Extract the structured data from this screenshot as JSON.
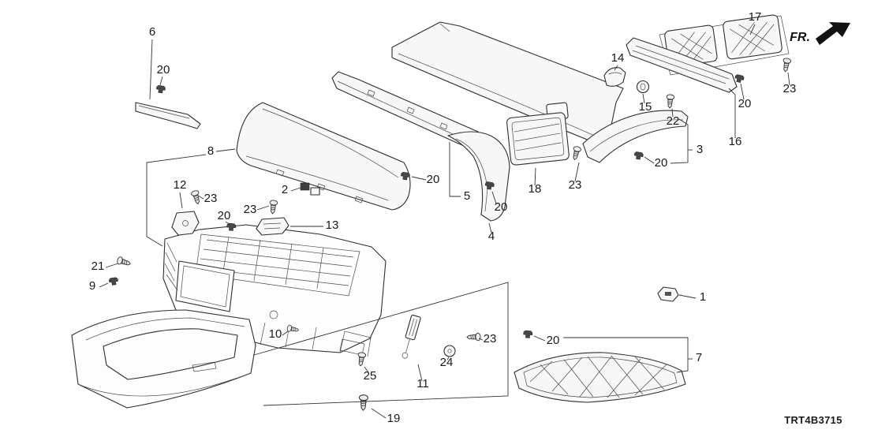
{
  "diagram": {
    "code": "TRT4B3715",
    "direction": "FR.",
    "colors": {
      "line": "#2e2e2e",
      "background": "#ffffff"
    },
    "callouts": [
      {
        "id": "callout-6",
        "label": "6"
      },
      {
        "id": "callout-20-a",
        "label": "20"
      },
      {
        "id": "callout-17",
        "label": "17"
      },
      {
        "id": "callout-14",
        "label": "14"
      },
      {
        "id": "callout-23-a",
        "label": "23"
      },
      {
        "id": "callout-15",
        "label": "15"
      },
      {
        "id": "callout-22",
        "label": "22"
      },
      {
        "id": "callout-20-b",
        "label": "20"
      },
      {
        "id": "callout-16",
        "label": "16"
      },
      {
        "id": "callout-3",
        "label": "3"
      },
      {
        "id": "callout-20-c",
        "label": "20"
      },
      {
        "id": "callout-8",
        "label": "8"
      },
      {
        "id": "callout-2",
        "label": "2"
      },
      {
        "id": "callout-20-d",
        "label": "20"
      },
      {
        "id": "callout-5",
        "label": "5"
      },
      {
        "id": "callout-23-b",
        "label": "23"
      },
      {
        "id": "callout-18",
        "label": "18"
      },
      {
        "id": "callout-12",
        "label": "12"
      },
      {
        "id": "callout-23-c",
        "label": "23"
      },
      {
        "id": "callout-23-d",
        "label": "23"
      },
      {
        "id": "callout-20-e",
        "label": "20"
      },
      {
        "id": "callout-13",
        "label": "13"
      },
      {
        "id": "callout-20-f",
        "label": "20"
      },
      {
        "id": "callout-4",
        "label": "4"
      },
      {
        "id": "callout-21",
        "label": "21"
      },
      {
        "id": "callout-9",
        "label": "9"
      },
      {
        "id": "callout-1",
        "label": "1"
      },
      {
        "id": "callout-10",
        "label": "10"
      },
      {
        "id": "callout-23-e",
        "label": "23"
      },
      {
        "id": "callout-20-g",
        "label": "20"
      },
      {
        "id": "callout-24",
        "label": "24"
      },
      {
        "id": "callout-7",
        "label": "7"
      },
      {
        "id": "callout-11",
        "label": "11"
      },
      {
        "id": "callout-25",
        "label": "25"
      },
      {
        "id": "callout-19",
        "label": "19"
      }
    ]
  }
}
